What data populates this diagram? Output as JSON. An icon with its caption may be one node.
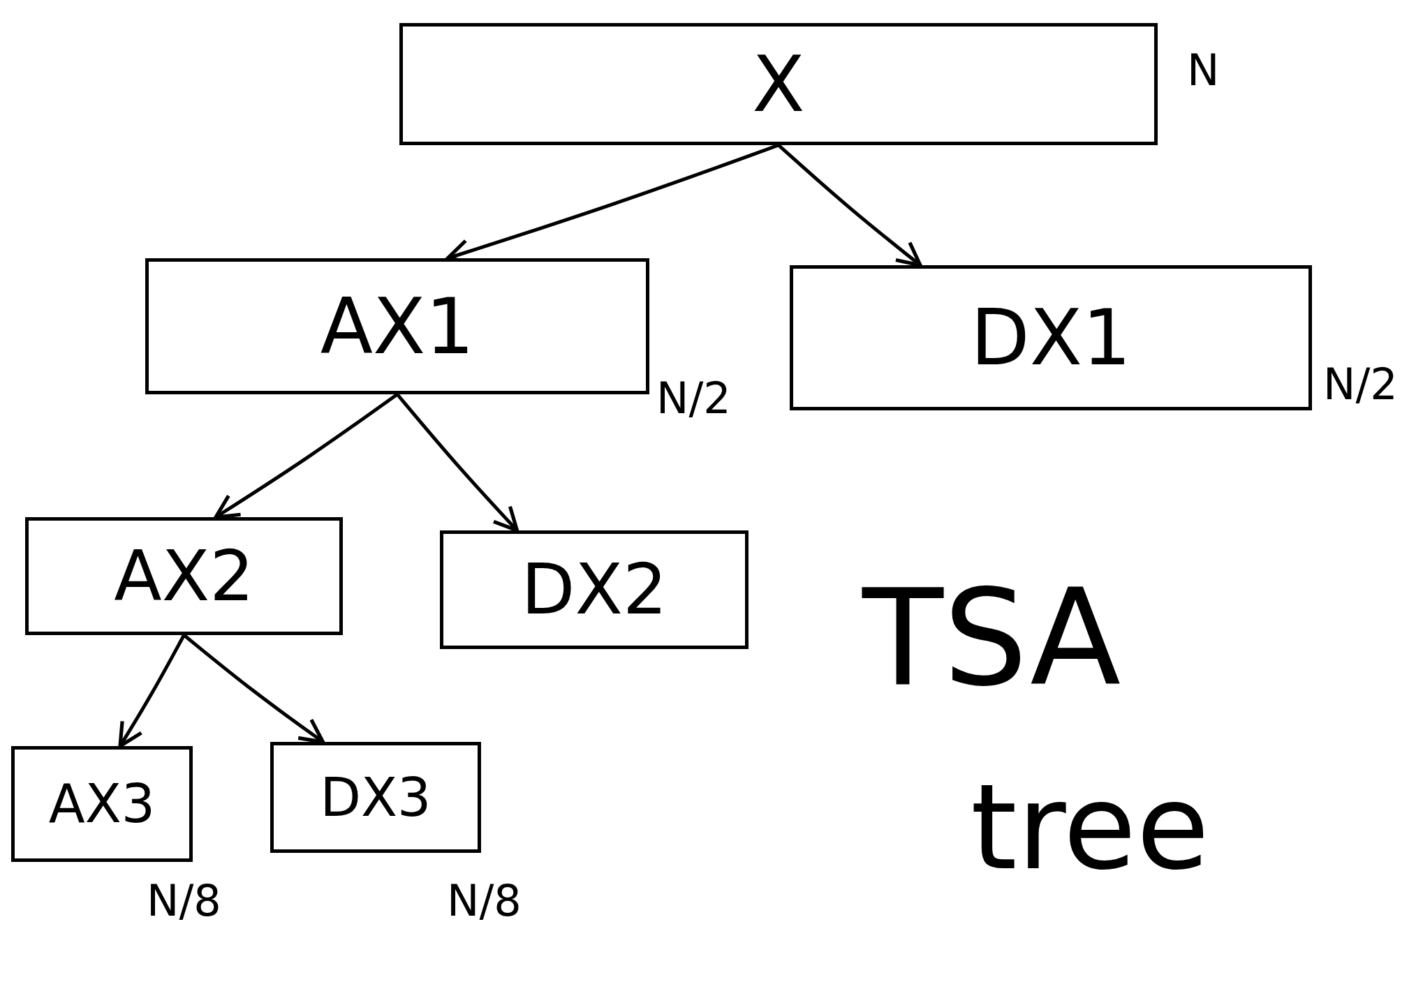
{
  "diagram": {
    "nodes": [
      {
        "text": [
          "X"
        ],
        "beside": [
          "N"
        ]
      },
      {
        "text": [
          "AX1"
        ],
        "beside": [
          "N/2"
        ]
      },
      {
        "text": [
          "DX1"
        ],
        "beside": [
          "N/2"
        ]
      },
      {
        "text": [
          "AX2"
        ]
      },
      {
        "text": [
          "DX2"
        ]
      },
      {
        "text": [
          "AX3"
        ],
        "beside": [
          "N/8"
        ]
      },
      {
        "text": [
          "DX3"
        ],
        "beside": [
          "N/8"
        ]
      }
    ],
    "edges": [
      {
        "from": 0,
        "to": 1,
        "arrow": "to"
      },
      {
        "from": 0,
        "to": 2,
        "arrow": "to"
      },
      {
        "from": 1,
        "to": 3,
        "arrow": "to"
      },
      {
        "from": 1,
        "to": 4,
        "arrow": "to"
      },
      {
        "from": 3,
        "to": 5,
        "arrow": "to"
      },
      {
        "from": 3,
        "to": 6,
        "arrow": "to"
      }
    ],
    "labels": [
      "TSA",
      "tree"
    ]
  }
}
